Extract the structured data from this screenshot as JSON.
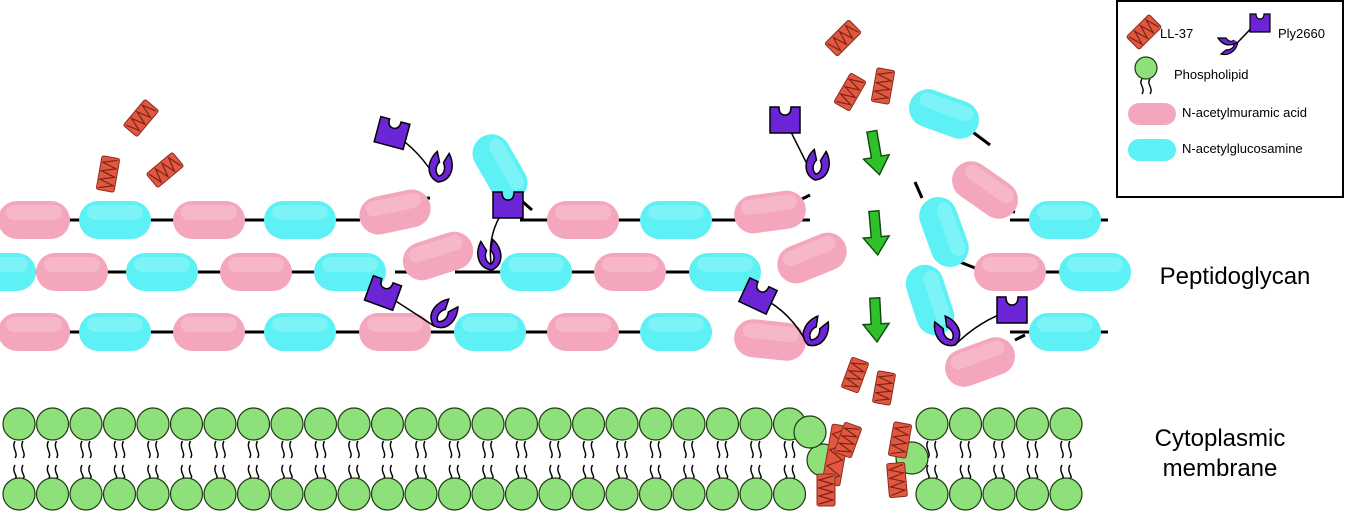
{
  "colors": {
    "murnac": "#f4a6bd",
    "glcnac": "#5df0f4",
    "phospholipid": "#8ee07a",
    "ply2660": "#6b25d6",
    "ll37": "#e2573f",
    "arrow": "#2fc02a",
    "backbone": "#000000"
  },
  "icons": {
    "ll37": "zigzag-peptide-icon",
    "ply2660": "enzyme-fork-icon",
    "phospholipid": "lipid-head-icon",
    "murnac": "pink-pill-icon",
    "glcnac": "cyan-pill-icon",
    "arrow": "down-arrow-icon"
  },
  "labels": {
    "peptidoglycan": "Peptidoglycan",
    "membrane_line1": "Cytoplasmic",
    "membrane_line2": "membrane"
  },
  "legend": {
    "ll37": "LL-37",
    "ply2660": "Ply2660",
    "phospholipid": "Phospholipid",
    "murnac": "N-acetylmuramic acid",
    "glcnac": "N-acetylglucosamine"
  }
}
